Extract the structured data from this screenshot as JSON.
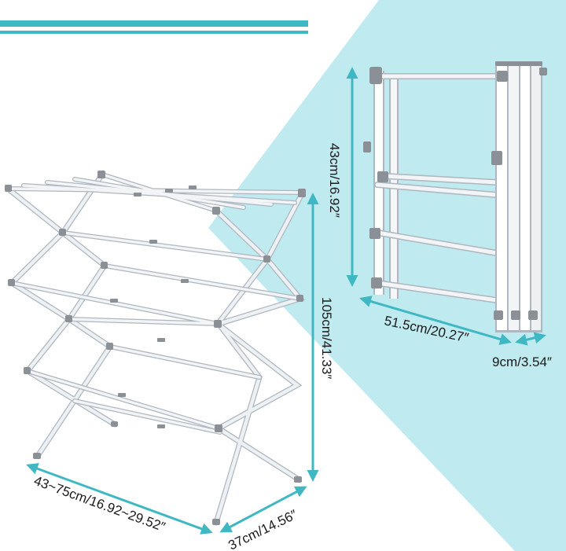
{
  "colors": {
    "accent": "#3fb8c4",
    "accent_light": "#bfeaef",
    "frame": "#e9edf1",
    "frame_edge": "#aeb6bf",
    "joint": "#8a9096"
  },
  "dimensions": {
    "expanded_length": "43~75cm/16.92~29.52″",
    "expanded_width": "37cm/14.56″",
    "expanded_height": "105cm/41.33″",
    "folded_height": "43cm/16.92″",
    "folded_width": "51.5cm/20.27″",
    "folded_depth": "9cm/3.54″"
  }
}
